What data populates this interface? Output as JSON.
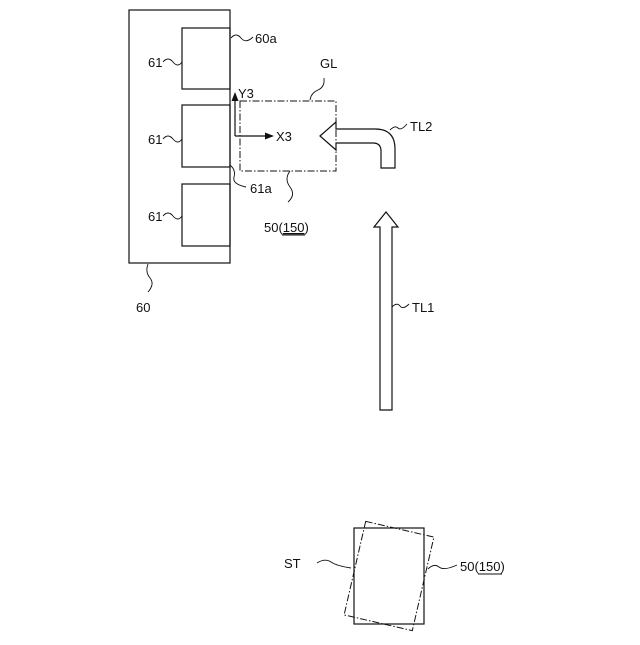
{
  "labels": {
    "frame": "60",
    "frame_edge": "60a",
    "station_top": "61",
    "station_mid": "61",
    "station_bot": "61",
    "station_edge": "61a",
    "axis_y": "Y3",
    "axis_x": "X3",
    "gl": "GL",
    "tl2": "TL2",
    "tl1": "TL1",
    "substrate_top_prefix": "50(",
    "substrate_top_ref": "150",
    "substrate_top_suffix": ")",
    "st": "ST",
    "substrate_bottom_prefix": "50(",
    "substrate_bottom_ref": "150",
    "substrate_bottom_suffix": ")"
  }
}
